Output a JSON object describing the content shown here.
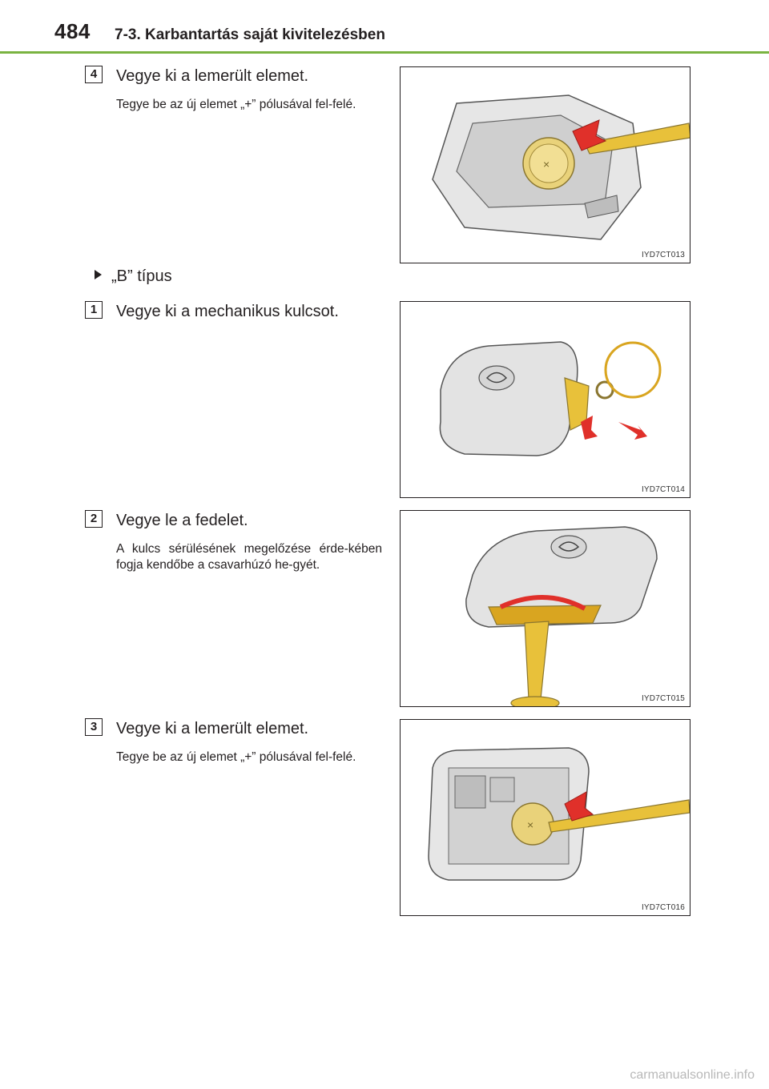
{
  "header": {
    "page_number": "484",
    "section_title": "7-3. Karbantartás saját kivitelezésben"
  },
  "type_label": "„B” típus",
  "steps": [
    {
      "number": "4",
      "title": "Vegye ki a lemerült elemet.",
      "note": "Tegye be az új elemet „+” pólusával fel-felé.",
      "figure_code": "IYD7CT013"
    },
    {
      "number": "1",
      "title": "Vegye ki a mechanikus kulcsot.",
      "note": "",
      "figure_code": "IYD7CT014"
    },
    {
      "number": "2",
      "title": "Vegye le a fedelet.",
      "note": "A kulcs sérülésének megelőzése érde-kében fogja kendőbe a csavarhúzó he-gyét.",
      "figure_code": "IYD7CT015"
    },
    {
      "number": "3",
      "title": "Vegye ki a lemerült elemet.",
      "note": "Tegye be az új elemet „+” pólusával fel-felé.",
      "figure_code": "IYD7CT016"
    }
  ],
  "watermark": "carmanualsonline.info",
  "colors": {
    "accent_rule": "#7ab341",
    "arrow_red": "#e0302a",
    "tool_yellow": "#e8c13a"
  }
}
